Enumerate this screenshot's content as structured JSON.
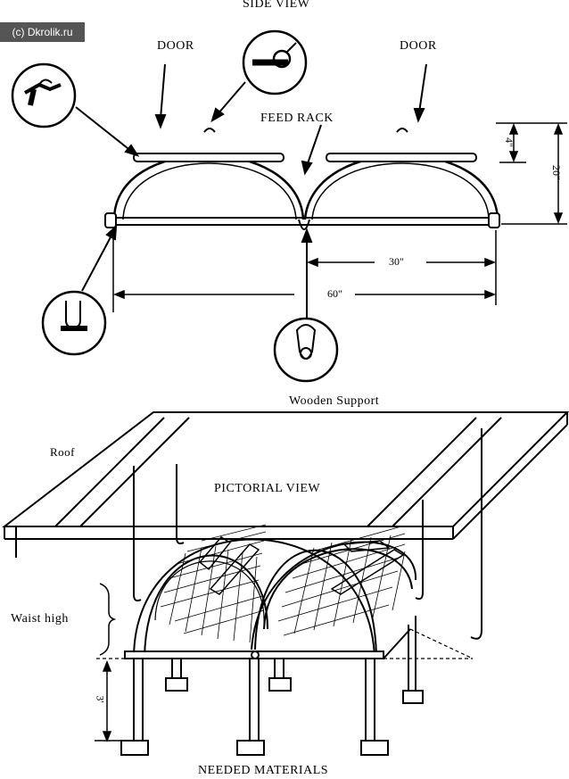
{
  "watermark": "(c) Dkrolik.ru",
  "side_view": {
    "title": "SIDE VIEW",
    "door_left": "DOOR",
    "door_right": "DOOR",
    "feed_rack": "FEED RACK",
    "dim_top": "4\"",
    "dim_height": "20\"",
    "dim_half_width": "30\"",
    "dim_full_width": "60\"",
    "wooden_support": "Wooden Support"
  },
  "pictorial_view": {
    "title": "PICTORIAL VIEW",
    "roof": "Roof",
    "waist_high": "Waist high",
    "leg_height": "3'",
    "footer": "NEEDED MATERIALS"
  }
}
